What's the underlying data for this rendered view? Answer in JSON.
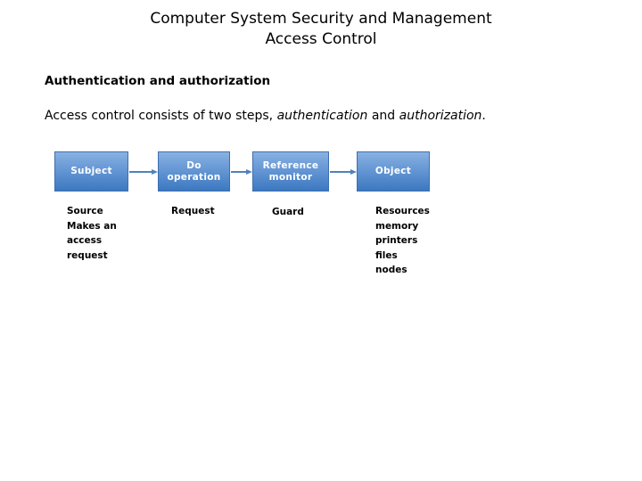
{
  "slide": {
    "title": {
      "line1": "Computer System Security and Management",
      "line2": "Access Control"
    },
    "section_heading": "Authentication and authorization",
    "body": {
      "part1": "Access control consists of two steps, ",
      "em1": "authentication",
      "part2": " and ",
      "em2": "authorization",
      "part3": "."
    },
    "diagram": {
      "boxes": [
        {
          "id": "subject",
          "label_line1": "Subject",
          "label_line2": ""
        },
        {
          "id": "operation",
          "label_line1": "Do",
          "label_line2": "operation"
        },
        {
          "id": "monitor",
          "label_line1": "Reference",
          "label_line2": "monitor"
        },
        {
          "id": "object",
          "label_line1": "Object",
          "label_line2": ""
        }
      ],
      "captions": {
        "subject": [
          "Source",
          "Makes an",
          "access",
          "request"
        ],
        "operation": [
          "Request"
        ],
        "monitor": [
          "Guard"
        ],
        "object": [
          "Resources",
          "memory",
          "printers",
          "files",
          "nodes"
        ]
      }
    },
    "colors": {
      "box_gradient_top": "#8ab2e2",
      "box_gradient_bottom": "#3c78c0",
      "box_border": "#3f6fae",
      "box_text": "#ffffff",
      "arrow": "#4f81bd",
      "background": "#ffffff",
      "text": "#000000"
    }
  }
}
